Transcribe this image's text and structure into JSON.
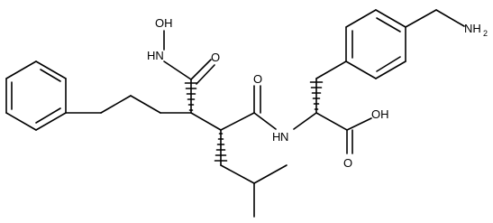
{
  "labels": {
    "hydroxyl_top": "OH",
    "hydroxamate_n": "HN",
    "hydroxamate_o": "O",
    "amide_o": "O",
    "amide_n": "N",
    "amide_nh": "H",
    "acid_oh": "OH",
    "acid_o": "O",
    "amine": "NH",
    "amine_sub": "2"
  }
}
